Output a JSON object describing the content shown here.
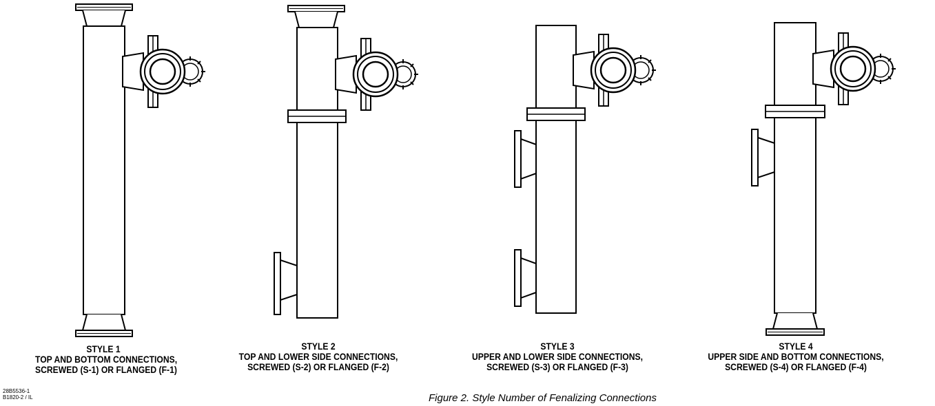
{
  "figure": {
    "title": "Figure 2. Style Number of Fenalizing Connections",
    "codes": [
      "28B5536-1",
      "B1820-2 / IL"
    ]
  },
  "styles": [
    {
      "name": "STYLE 1",
      "line1": "TOP AND BOTTOM CONNECTIONS,",
      "line2": "SCREWED (S-1) OR FLANGED (F-1)"
    },
    {
      "name": "STYLE 2",
      "line1": "TOP AND LOWER SIDE CONNECTIONS,",
      "line2": "SCREWED (S-2) OR FLANGED (F-2)"
    },
    {
      "name": "STYLE 3",
      "line1": "UPPER AND LOWER SIDE CONNECTIONS,",
      "line2": "SCREWED (S-3) OR FLANGED (F-3)"
    },
    {
      "name": "STYLE 4",
      "line1": "UPPER SIDE AND BOTTOM CONNECTIONS,",
      "line2": "SCREWED (S-4) OR FLANGED (F-4)"
    }
  ]
}
